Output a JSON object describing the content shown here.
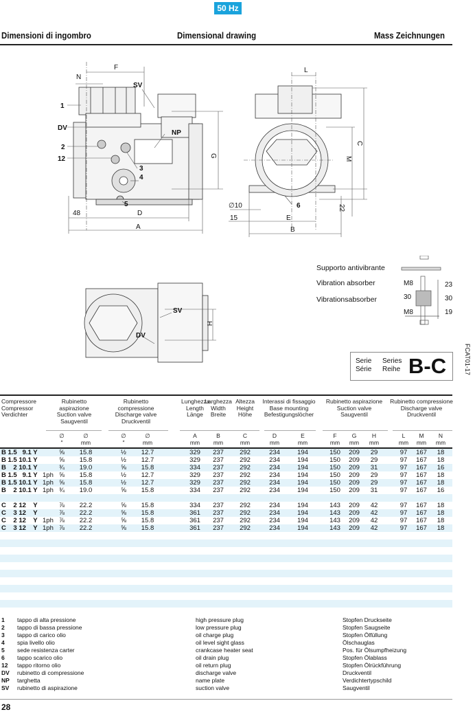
{
  "badge": "50 Hz",
  "header": {
    "it": "Dimensioni di ingombro",
    "en": "Dimensional drawing",
    "de": "Mass  Zeichnungen"
  },
  "drawing_labels": {
    "side": {
      "N": "N",
      "F": "F",
      "SV": "SV",
      "one": "1",
      "DV": "DV",
      "NP": "NP",
      "two": "2",
      "twelve": "12",
      "three": "3",
      "four": "4",
      "five": "5",
      "d48": "48",
      "D": "D",
      "A": "A",
      "G": "G"
    },
    "front": {
      "L": "L",
      "C": "C",
      "M": "M",
      "dia10": "∅10",
      "fifteen": "15",
      "six": "6",
      "E": "E",
      "B": "B",
      "d22": "22"
    },
    "top": {
      "SV": "SV",
      "DV": "DV",
      "H": "H"
    }
  },
  "vibration": {
    "it": "Supporto antivibrante",
    "en": "Vibration absorber",
    "de": "Vibrationsabsorber",
    "m8_top": "M8",
    "size": "30",
    "m8_bottom": "M8",
    "d23": "23",
    "d30": "30",
    "d19": "19"
  },
  "series": {
    "serie_it": "Serie",
    "serie_fr": "Série",
    "series_en": "Series",
    "reihe_de": "Reihe",
    "code": "B-C"
  },
  "doc_code": "FCAT01-17",
  "table": {
    "groups": {
      "compressor": [
        "Compressore",
        "Compressor",
        "Verdichter"
      ],
      "suction": [
        "Rubinetto aspirazione",
        "Suction valve",
        "Saugventil"
      ],
      "discharge": [
        "Rubinetto compressione",
        "Discharge valve",
        "Druckventil"
      ],
      "length": [
        "Lunghezza",
        "Length",
        "Länge"
      ],
      "width": [
        "Larghezza",
        "Width",
        "Breite"
      ],
      "height": [
        "Altezza",
        "Height",
        "Höhe"
      ],
      "mounting": [
        "Interassi di fissaggio",
        "Base mounting",
        "Befestigungslöcher"
      ],
      "suction2": [
        "Rubinetto aspirazione",
        "Suction valve",
        "Saugventil"
      ],
      "discharge2": [
        "Rubinetto compressione",
        "Discharge valve",
        "Druckventil"
      ]
    },
    "subheaders": [
      [
        "∅",
        "″"
      ],
      [
        "∅",
        "mm"
      ],
      [
        "∅",
        "″"
      ],
      [
        "∅",
        "mm"
      ],
      [
        "A",
        "mm"
      ],
      [
        "B",
        "mm"
      ],
      [
        "C",
        "mm"
      ],
      [
        "D",
        "mm"
      ],
      [
        "E",
        "mm"
      ],
      [
        "F",
        "mm"
      ],
      [
        "G",
        "mm"
      ],
      [
        "H",
        "mm"
      ],
      [
        "L",
        "mm"
      ],
      [
        "M",
        "mm"
      ],
      [
        "N",
        "mm"
      ]
    ],
    "rows": [
      {
        "model": "B 1.5   9.1 Y",
        "ph": "",
        "v": [
          "⅝",
          "15.8",
          "½",
          "12.7",
          "329",
          "237",
          "292",
          "234",
          "194",
          "150",
          "209",
          "29",
          "97",
          "167",
          "18"
        ]
      },
      {
        "model": "B 1.5 10.1 Y",
        "ph": "",
        "v": [
          "⅝",
          "15.8",
          "½",
          "12.7",
          "329",
          "237",
          "292",
          "234",
          "194",
          "150",
          "209",
          "29",
          "97",
          "167",
          "18"
        ]
      },
      {
        "model": "B    2 10.1 Y",
        "ph": "",
        "v": [
          "¾",
          "19.0",
          "⅝",
          "15.8",
          "334",
          "237",
          "292",
          "234",
          "194",
          "150",
          "209",
          "31",
          "97",
          "167",
          "16"
        ]
      },
      {
        "model": "B 1.5   9.1 Y",
        "ph": "1ph",
        "v": [
          "⅝",
          "15.8",
          "½",
          "12.7",
          "329",
          "237",
          "292",
          "234",
          "194",
          "150",
          "209",
          "29",
          "97",
          "167",
          "18"
        ]
      },
      {
        "model": "B 1.5 10.1 Y",
        "ph": "1ph",
        "v": [
          "⅝",
          "15.8",
          "½",
          "12.7",
          "329",
          "237",
          "292",
          "234",
          "194",
          "150",
          "209",
          "29",
          "97",
          "167",
          "18"
        ]
      },
      {
        "model": "B    2 10.1 Y",
        "ph": "1ph",
        "v": [
          "¾",
          "19.0",
          "⅝",
          "15.8",
          "334",
          "237",
          "292",
          "234",
          "194",
          "150",
          "209",
          "31",
          "97",
          "167",
          "16"
        ]
      },
      null,
      {
        "model": "C    2 12    Y",
        "ph": "",
        "v": [
          "⅞",
          "22.2",
          "⅝",
          "15.8",
          "334",
          "237",
          "292",
          "234",
          "194",
          "143",
          "209",
          "42",
          "97",
          "167",
          "18"
        ]
      },
      {
        "model": "C    3 12    Y",
        "ph": "",
        "v": [
          "⅞",
          "22.2",
          "⅝",
          "15.8",
          "361",
          "237",
          "292",
          "234",
          "194",
          "143",
          "209",
          "42",
          "97",
          "167",
          "18"
        ]
      },
      {
        "model": "C    2 12    Y",
        "ph": "1ph",
        "v": [
          "⅞",
          "22.2",
          "⅝",
          "15.8",
          "361",
          "237",
          "292",
          "234",
          "194",
          "143",
          "209",
          "42",
          "97",
          "167",
          "18"
        ]
      },
      {
        "model": "C    3 12    Y",
        "ph": "1ph",
        "v": [
          "⅞",
          "22.2",
          "⅝",
          "15.8",
          "361",
          "237",
          "292",
          "234",
          "194",
          "143",
          "209",
          "42",
          "97",
          "167",
          "18"
        ]
      }
    ]
  },
  "legend": [
    {
      "n": "1",
      "it": "tappo di alta pressione",
      "en": "high pressure plug",
      "de": "Stopfen Druckseite"
    },
    {
      "n": "2",
      "it": "tappo di bassa pressione",
      "en": "low pressure plug",
      "de": "Stopfen Saugseite"
    },
    {
      "n": "3",
      "it": "tappo di carico olio",
      "en": "oil charge plug",
      "de": "Stopfen Ölfüllung"
    },
    {
      "n": "4",
      "it": "spia livello olio",
      "en": "oil level sight glass",
      "de": "Ölschauglas"
    },
    {
      "n": "5",
      "it": "sede resistenza carter",
      "en": "crankcase heater seat",
      "de": "Pos. für Ölsumpfheizung"
    },
    {
      "n": "6",
      "it": "tappo scarico olio",
      "en": "oil drain plug",
      "de": "Stopfen Ölablass"
    },
    {
      "n": "12",
      "it": "tappo ritorno olio",
      "en": "oil return plug",
      "de": "Stopfen Ölrückführung"
    },
    {
      "n": "DV",
      "it": "rubinetto di compressione",
      "en": "discharge valve",
      "de": "Druckventil"
    },
    {
      "n": "NP",
      "it": "targhetta",
      "en": "name plate",
      "de": "Verdichtertypschild"
    },
    {
      "n": "SV",
      "it": "rubinetto di aspirazione",
      "en": "suction valve",
      "de": "Saugventil"
    }
  ],
  "page_number": "28",
  "colors": {
    "accent": "#1aa3dc",
    "band": "#e3f3fa"
  }
}
